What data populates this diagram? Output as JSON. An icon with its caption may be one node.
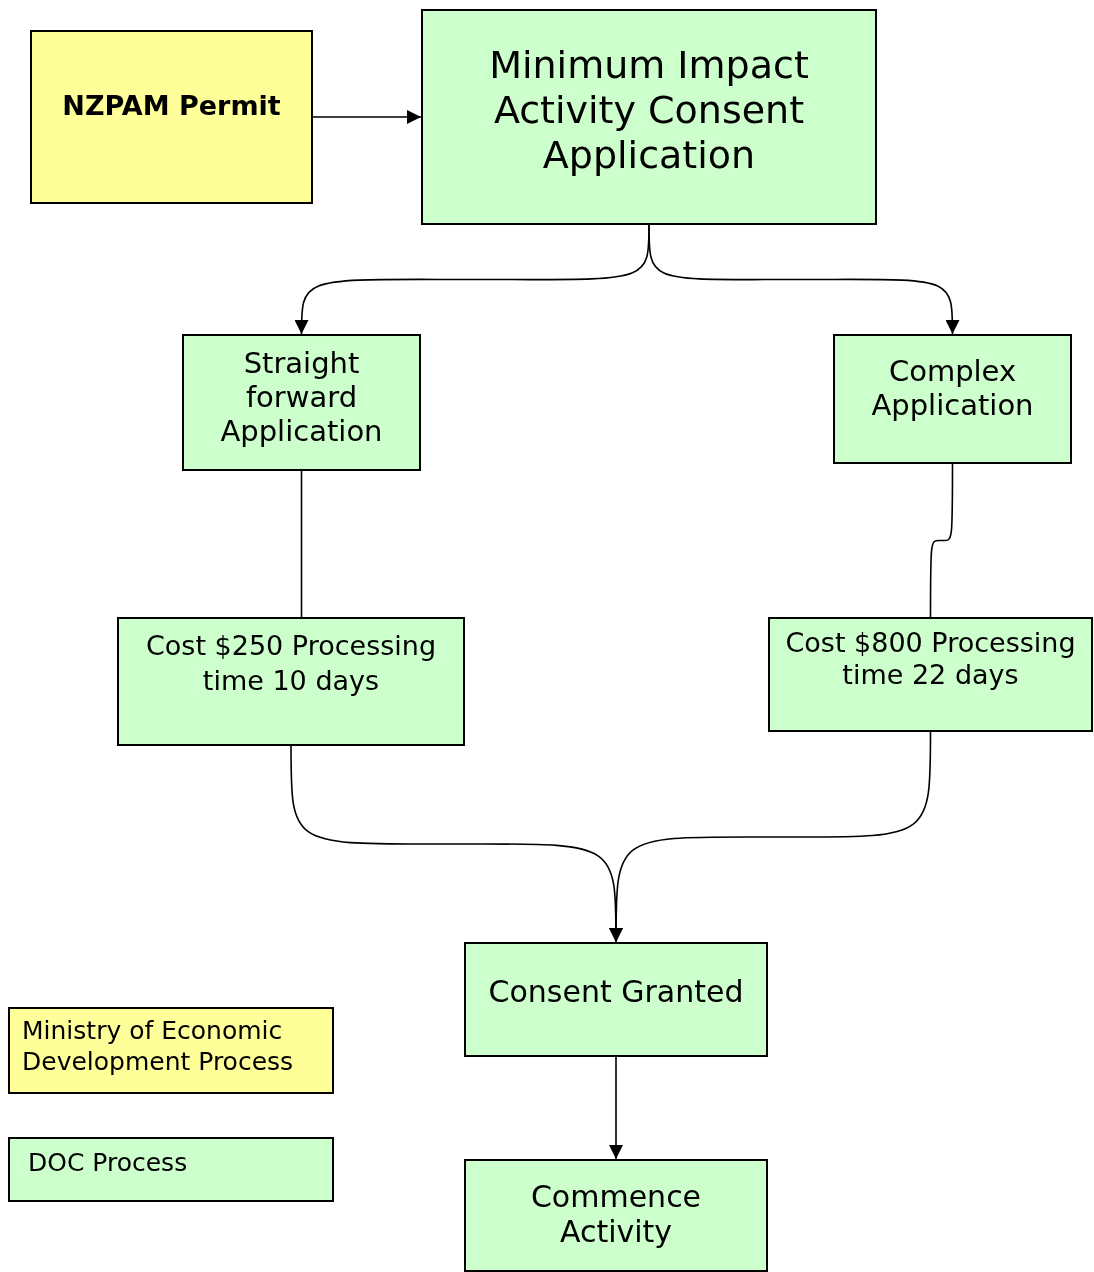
{
  "diagram": {
    "nodes": [
      {
        "text": [
          "NZPAM Permit"
        ]
      },
      {
        "text": [
          "Minimum Impact Activity Consent Application"
        ]
      },
      {
        "text": [
          "Straight forward Application"
        ]
      },
      {
        "text": [
          "Complex Application"
        ]
      },
      {
        "text": [
          "Cost $250 Processing time 10 days"
        ]
      },
      {
        "text": [
          "Cost $800 Processing time 22 days"
        ]
      },
      {
        "text": [
          "Consent Granted"
        ]
      },
      {
        "text": [
          "Commence Activity"
        ]
      }
    ],
    "edges": [
      {
        "from": 0,
        "to": 1,
        "arrow": "to"
      },
      {
        "from": 1,
        "to": 2,
        "arrow": "to"
      },
      {
        "from": 1,
        "to": 3,
        "arrow": "to"
      },
      {
        "from": 2,
        "to": 4,
        "arrow": "none"
      },
      {
        "from": 3,
        "to": 5,
        "arrow": "none"
      },
      {
        "from": 4,
        "to": 6,
        "arrow": "to"
      },
      {
        "from": 5,
        "to": 6,
        "arrow": "to"
      },
      {
        "from": 6,
        "to": 7,
        "arrow": "to"
      }
    ],
    "legend": [
      {
        "text": "Ministry of Economic Development Process",
        "color": "#ffff99"
      },
      {
        "text": "DOC Process",
        "color": "#ccffcc"
      }
    ]
  }
}
